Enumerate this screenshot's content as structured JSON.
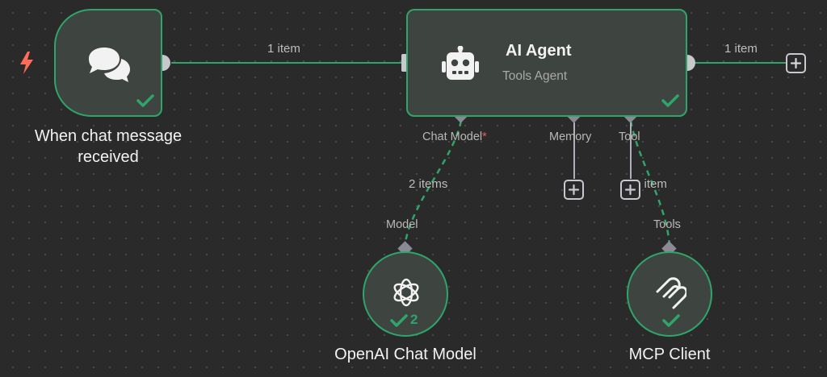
{
  "nodes": {
    "trigger": {
      "label": "When chat message received",
      "status": "success"
    },
    "agent": {
      "title": "AI Agent",
      "subtitle": "Tools Agent",
      "status": "success"
    },
    "openai": {
      "label": "OpenAI Chat Model",
      "run_count": "2",
      "status": "success"
    },
    "mcp": {
      "label": "MCP Client",
      "status": "success"
    }
  },
  "connections": {
    "trigger_to_agent": "1 item",
    "agent_output": "1 item",
    "model_link": "2 items",
    "tool_link": "1 item"
  },
  "ports": {
    "chat_model": "Chat Model",
    "chat_model_required": "*",
    "memory": "Memory",
    "tool": "Tool",
    "openai_out": "Model",
    "mcp_out": "Tools"
  },
  "icons": {
    "trigger_bolt": "lightning-bolt-icon",
    "chat": "chat-bubbles-icon",
    "robot": "robot-icon",
    "openai": "openai-logo-icon",
    "mcp": "mcp-logo-icon",
    "check": "check-icon",
    "plus": "plus-icon"
  },
  "colors": {
    "success": "#2fa56b",
    "trigger": "#ff6d5a",
    "required": "#f05b5b"
  }
}
